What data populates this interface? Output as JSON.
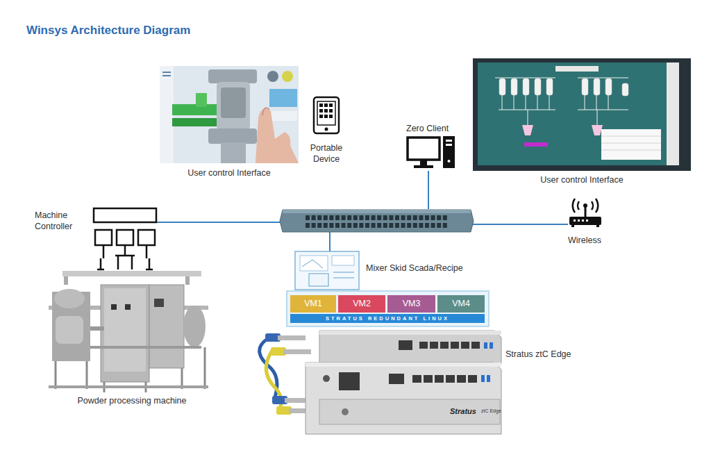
{
  "diagram": {
    "title": "Winsys Architecture Diagram",
    "nodes": [
      {
        "text": [
          "VM1"
        ]
      },
      {
        "text": [
          "VM2"
        ]
      },
      {
        "text": [
          "VM3"
        ]
      },
      {
        "text": [
          "VM4"
        ]
      },
      {
        "text": [
          "STRATUS REDUNDANT LINUX"
        ]
      }
    ],
    "labels": [
      "User control Interface",
      "Portable Device",
      "Zero Client",
      "User control Interface",
      "Machine Controller",
      "Wireless",
      "Mixer Skid Scada/Recipe",
      "Stratus ztC Edge",
      "Stratus",
      "ztC Edge",
      "Powder processing machine"
    ]
  }
}
